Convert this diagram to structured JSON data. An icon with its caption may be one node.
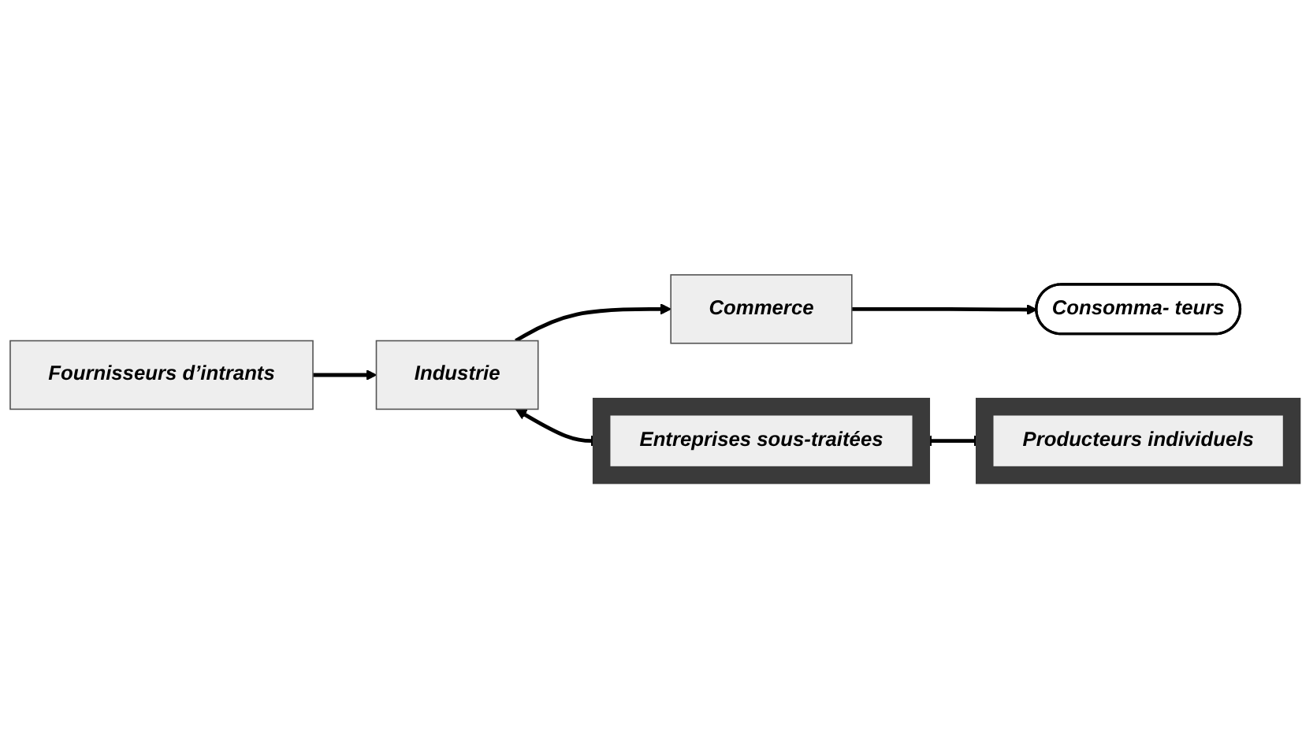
{
  "diagram": {
    "nodes": [
      {
        "text": [
          "Fournisseurs d’intrants"
        ]
      },
      {
        "text": [
          "Industrie"
        ]
      },
      {
        "text": [
          "Commerce"
        ]
      },
      {
        "text": [
          "Consomma- teurs"
        ]
      },
      {
        "text": [
          "Entreprises sous-traitées"
        ]
      },
      {
        "text": [
          "Producteurs individuels"
        ]
      }
    ],
    "edges": [
      {
        "from": 0,
        "to": 1,
        "arrow": "to"
      },
      {
        "from": 1,
        "to": 2,
        "arrow": "to"
      },
      {
        "from": 2,
        "to": 3,
        "arrow": "to"
      },
      {
        "from": 1,
        "to": 4,
        "arrow": "both"
      },
      {
        "from": 4,
        "to": 5,
        "arrow": "both"
      }
    ]
  }
}
